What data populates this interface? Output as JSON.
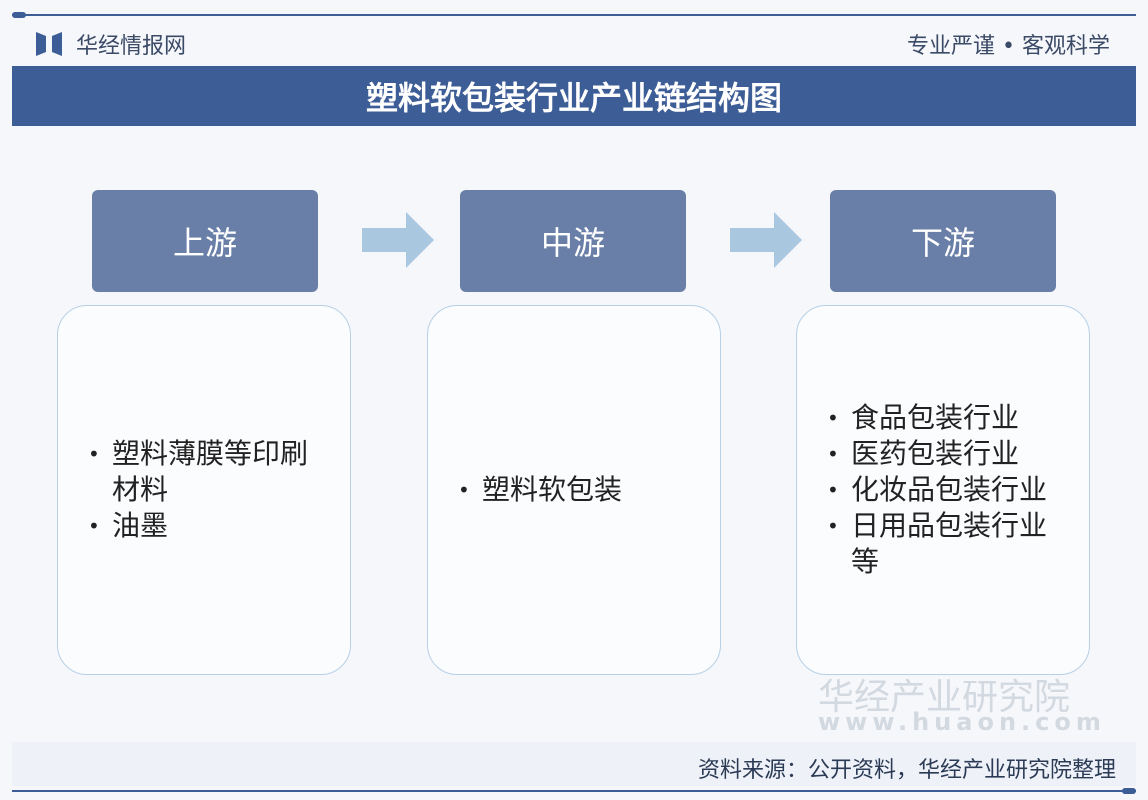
{
  "header": {
    "brand": "华经情报网",
    "slogan": "专业严谨 • 客观科学"
  },
  "title": "塑料软包装行业产业链结构图",
  "stages": [
    {
      "label": "上游",
      "items": [
        "塑料薄膜等印刷材料",
        "油墨"
      ]
    },
    {
      "label": "中游",
      "items": [
        "塑料软包装"
      ]
    },
    {
      "label": "下游",
      "items": [
        "食品包装行业",
        "医药包装行业",
        "化妆品包装行业",
        "日用品包装行业等"
      ]
    }
  ],
  "watermark": {
    "name": "华经产业研究院",
    "url": "www.huaon.com"
  },
  "footer": {
    "source": "资料来源：公开资料，华经产业研究院整理"
  },
  "colors": {
    "primary": "#3d5d96",
    "stage": "#6a7fa8",
    "arrow": "#a9c8e0"
  }
}
